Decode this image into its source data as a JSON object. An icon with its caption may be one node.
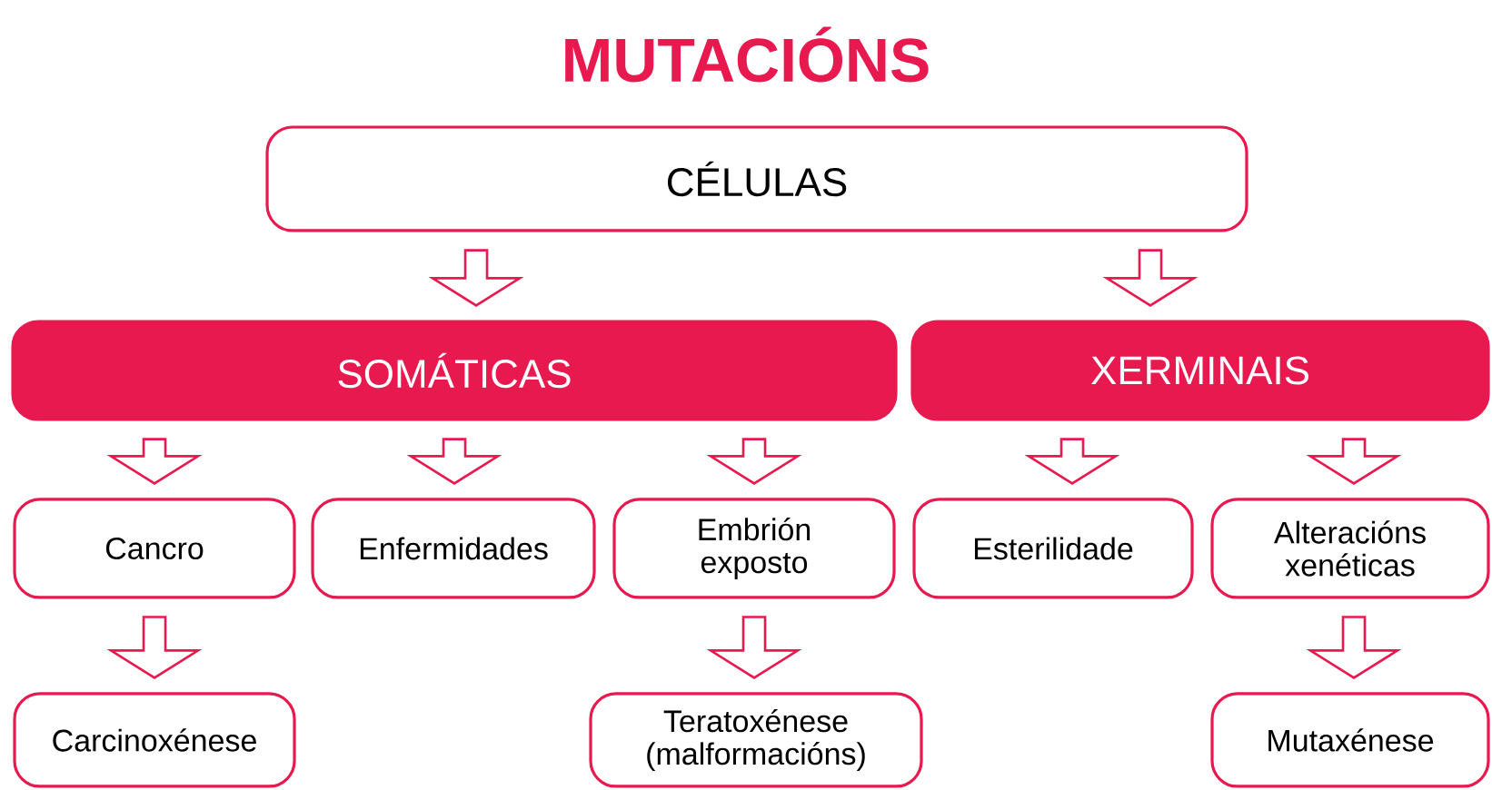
{
  "diagram": {
    "title": "MUTACIÓNS",
    "nodes": [
      {
        "text": [
          "CÉLULAS"
        ]
      },
      {
        "text": [
          "SOMÁTICAS"
        ]
      },
      {
        "text": [
          "XERMINAIS"
        ]
      },
      {
        "text": [
          "Cancro"
        ]
      },
      {
        "text": [
          "Enfermidades"
        ]
      },
      {
        "text": [
          "Embrión exposto"
        ]
      },
      {
        "text": [
          "Esterilidade"
        ]
      },
      {
        "text": [
          "Alteracións xenéticas"
        ]
      },
      {
        "text": [
          "Carcinoxénese"
        ]
      },
      {
        "text": [
          "Teratoxénese (malformacións)"
        ]
      },
      {
        "text": [
          "Mutaxénese"
        ]
      }
    ],
    "edges": [
      {
        "from": 0,
        "to": 1,
        "arrow": "to"
      },
      {
        "from": 0,
        "to": 2,
        "arrow": "to"
      },
      {
        "from": 1,
        "to": 3,
        "arrow": "to"
      },
      {
        "from": 1,
        "to": 4,
        "arrow": "to"
      },
      {
        "from": 1,
        "to": 5,
        "arrow": "to"
      },
      {
        "from": 2,
        "to": 6,
        "arrow": "to"
      },
      {
        "from": 2,
        "to": 7,
        "arrow": "to"
      },
      {
        "from": 3,
        "to": 8,
        "arrow": "to"
      },
      {
        "from": 5,
        "to": 9,
        "arrow": "to"
      },
      {
        "from": 7,
        "to": 10,
        "arrow": "to"
      }
    ]
  }
}
